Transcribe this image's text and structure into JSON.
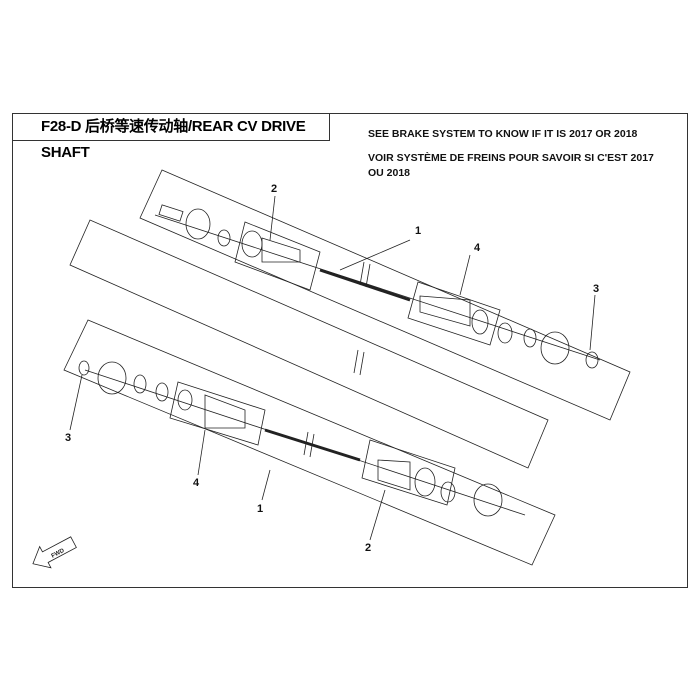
{
  "header": {
    "title": "F28-D  后桥等速传动轴/REAR CV DRIVE SHAFT"
  },
  "notes": {
    "english": "SEE BRAKE SYSTEM TO KNOW IF IT IS 2017 OR 2018",
    "french_line1": "VOIR SYSTÈME DE FREINS POUR SAVOIR SI C'EST 2017",
    "french_line2": "OU 2018"
  },
  "callouts": {
    "top_boot_kit": "2",
    "top_assembly": "1",
    "top_inner_boot_kit": "4",
    "top_circlip": "3",
    "bottom_circlip": "3",
    "bottom_inner_boot_kit": "4",
    "bottom_assembly": "1",
    "bottom_boot_kit": "2"
  },
  "direction_indicator": {
    "label": "FWD",
    "icon": "forward-arrow-icon"
  }
}
